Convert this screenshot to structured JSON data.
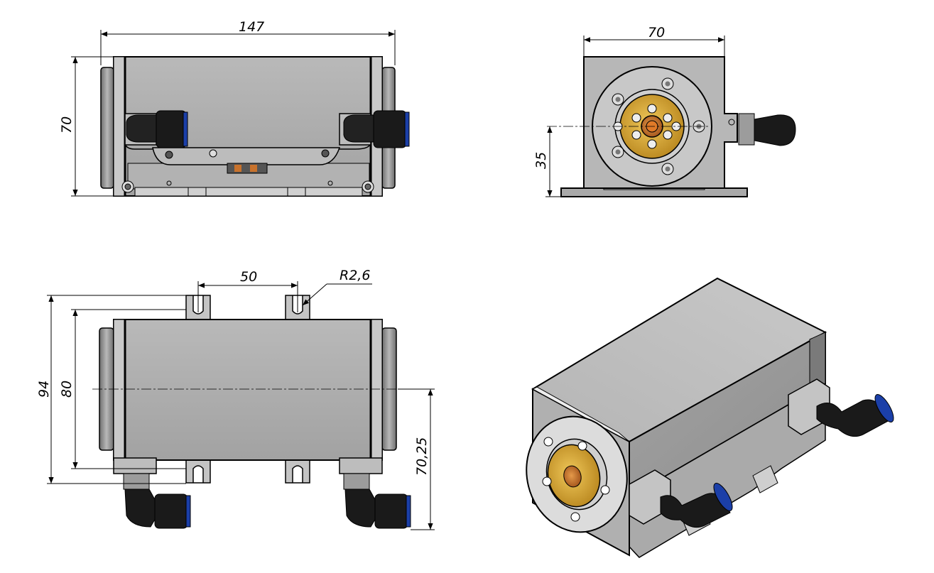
{
  "dimensions": {
    "top_length": "147",
    "top_height": "70",
    "side_width": "70",
    "side_axis_height": "35",
    "bottom_slot_pitch": "50",
    "bottom_slot_radius": "R2,6",
    "bottom_total_height": "94",
    "bottom_body_height": "80",
    "bottom_fitting_offset": "70,25"
  },
  "colors": {
    "body_gray": "#a8a8a8",
    "body_gray_light": "#c6c6c6",
    "body_gray_dark": "#8d8d8d",
    "fitting_black": "#1a1a1a",
    "fitting_blue": "#1b3fa8",
    "brass": "#d9a631",
    "copper": "#c8722c"
  }
}
